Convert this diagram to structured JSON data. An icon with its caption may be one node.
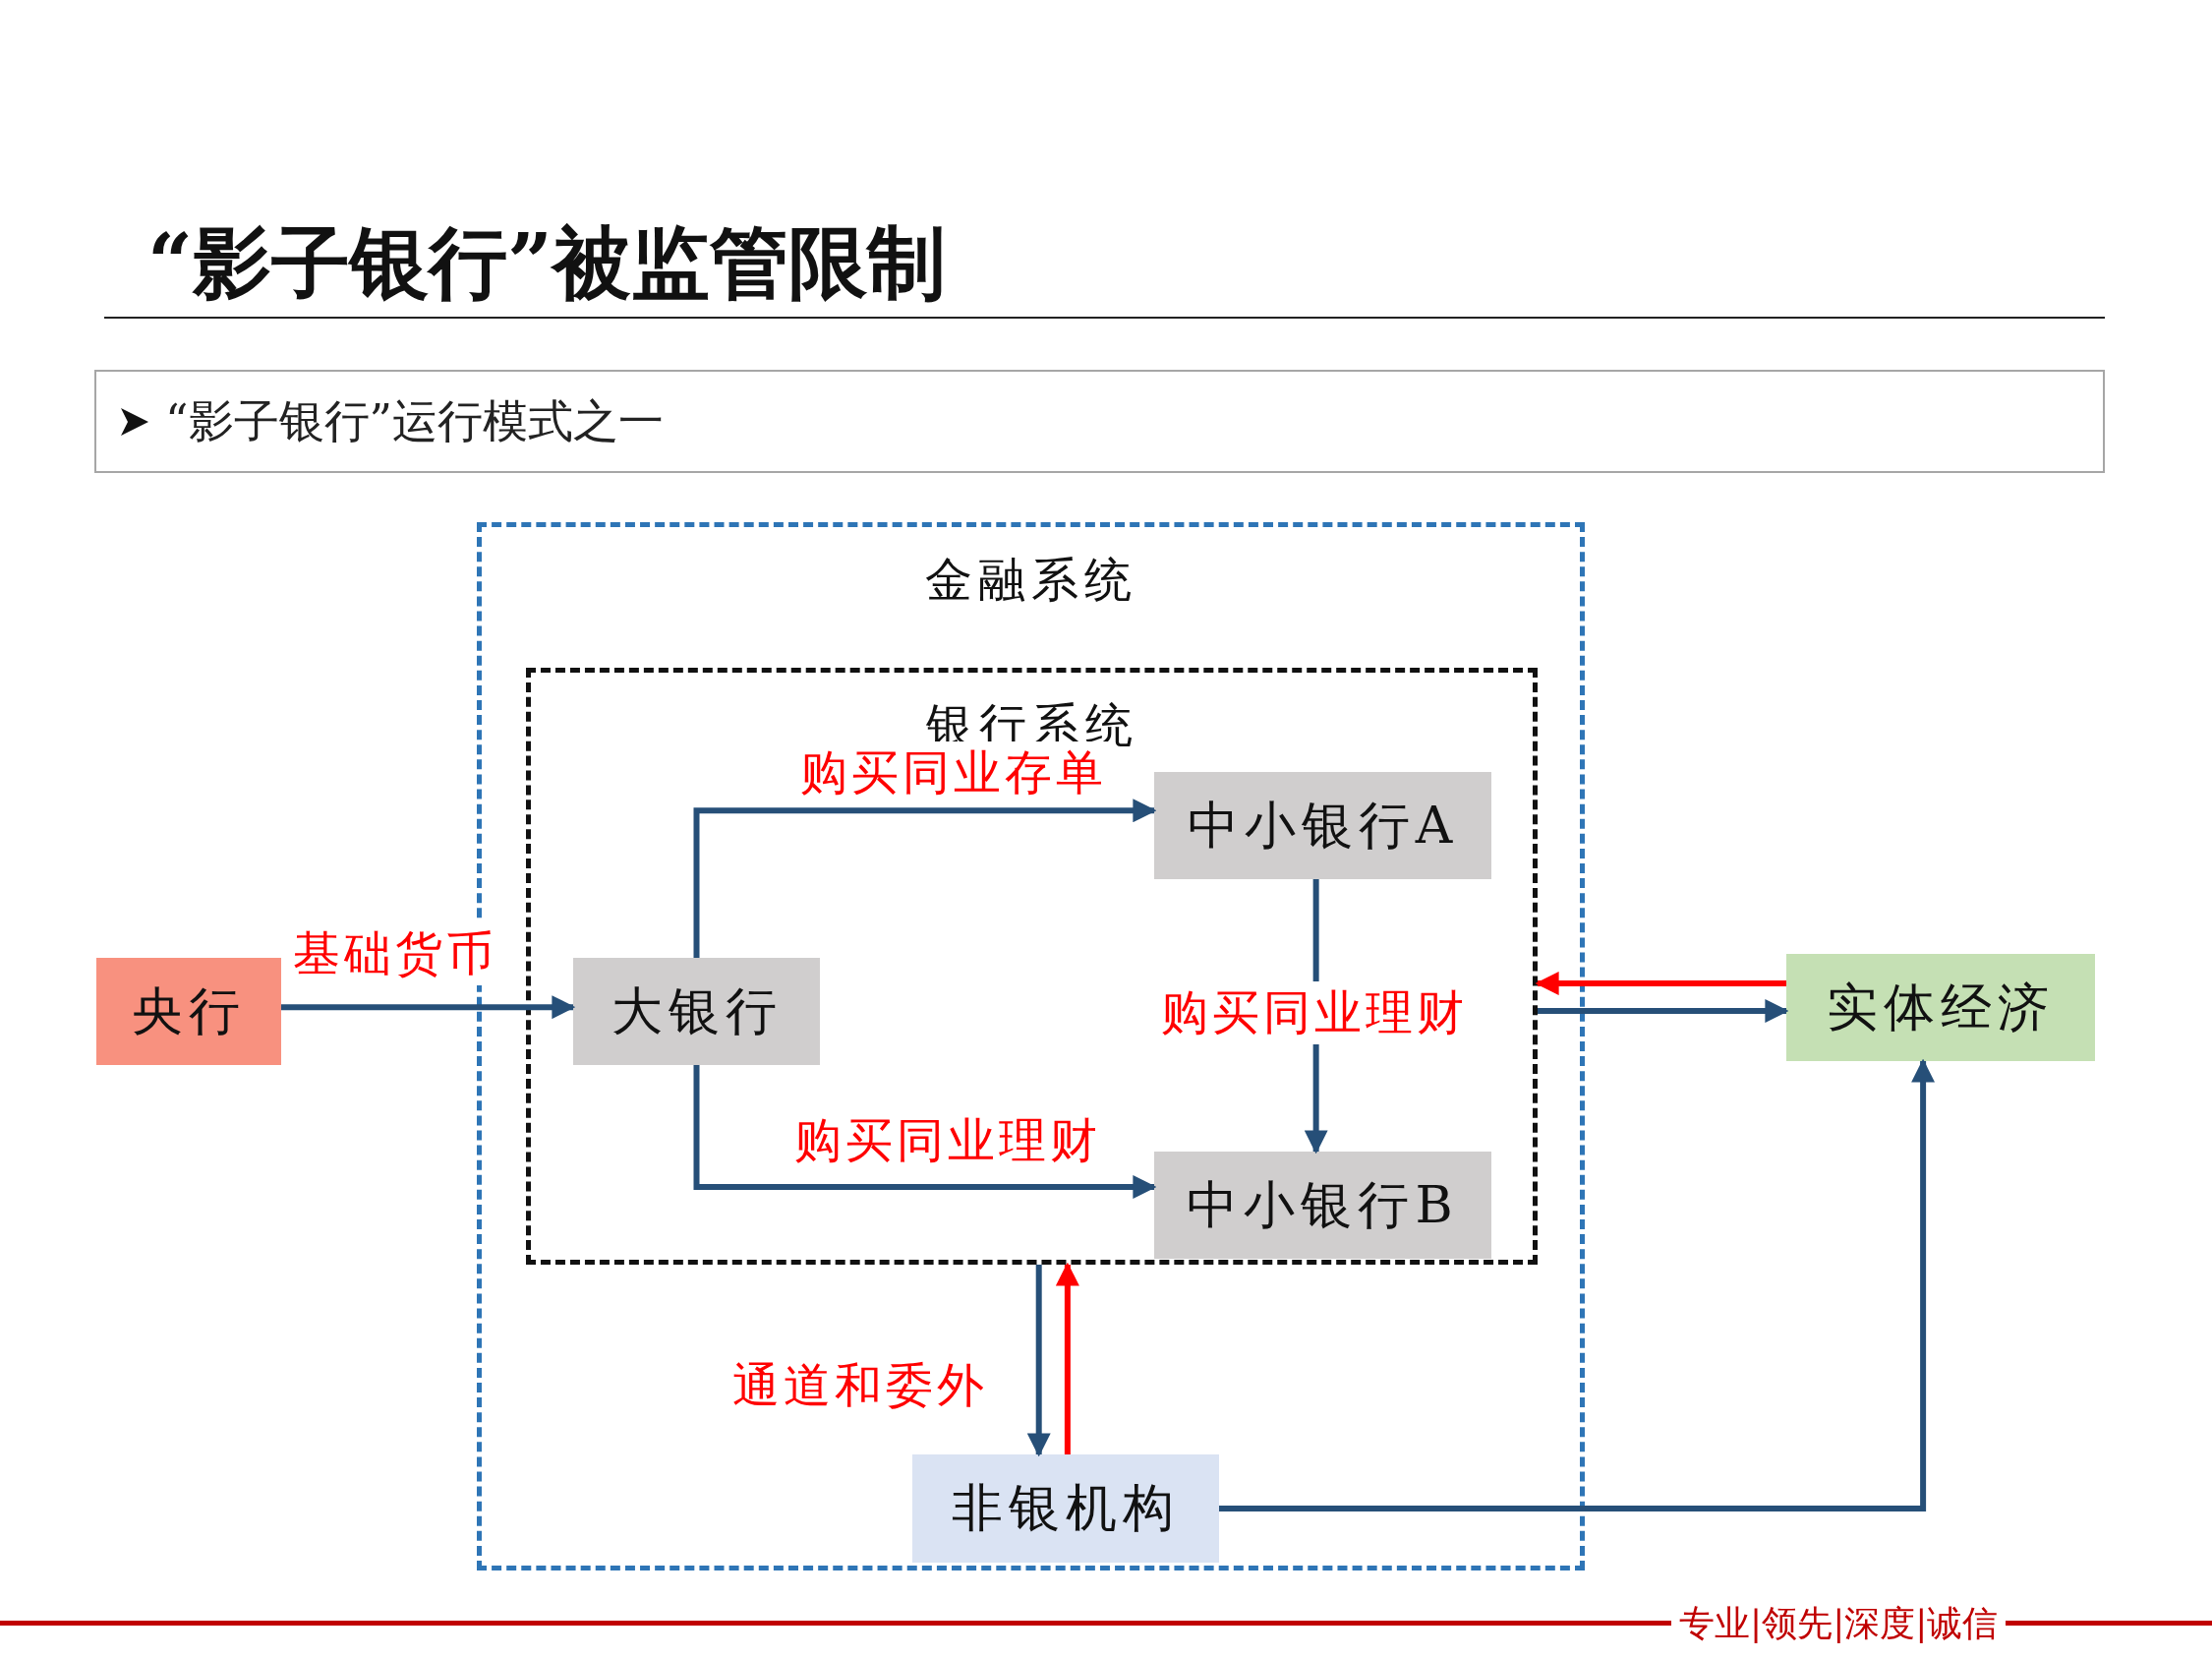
{
  "diagram": {
    "title": "“影子银行”被监管限制",
    "nodes": [
      {
        "text": [
          "金融系统"
        ]
      },
      {
        "text": [
          "银行系统"
        ],
        "in": 0
      },
      {
        "text": [
          "大银行"
        ],
        "in": 1
      },
      {
        "text": [
          "中小银行A"
        ],
        "in": 1
      },
      {
        "text": [
          "中小银行B"
        ],
        "in": 1
      },
      {
        "text": [
          "央行"
        ]
      },
      {
        "text": [
          "实体经济"
        ]
      },
      {
        "text": [
          "非银机构"
        ],
        "in": 0
      }
    ],
    "edges": [
      {
        "from": 5,
        "to": 2,
        "arrow": "to",
        "label": "基础货币"
      },
      {
        "from": 2,
        "to": 3,
        "arrow": "to",
        "label": "购买同业存单"
      },
      {
        "from": 2,
        "to": 4,
        "arrow": "to",
        "label": "购买同业理财"
      },
      {
        "from": 3,
        "to": 4,
        "arrow": "to",
        "label": "购买同业理财"
      },
      {
        "from": 1,
        "to": 6,
        "arrow": "to"
      },
      {
        "from": 6,
        "to": 1,
        "arrow": "to",
        "color": "#ff0000"
      },
      {
        "from": 1,
        "to": 7,
        "arrow": "to",
        "label": "通道和委外"
      },
      {
        "from": 7,
        "to": 1,
        "arrow": "to",
        "color": "#ff0000"
      },
      {
        "from": 7,
        "to": 6,
        "arrow": "to"
      }
    ],
    "labels": [
      "“影子银行”运行模式之一",
      "专业|领先|深度|诚信"
    ]
  }
}
